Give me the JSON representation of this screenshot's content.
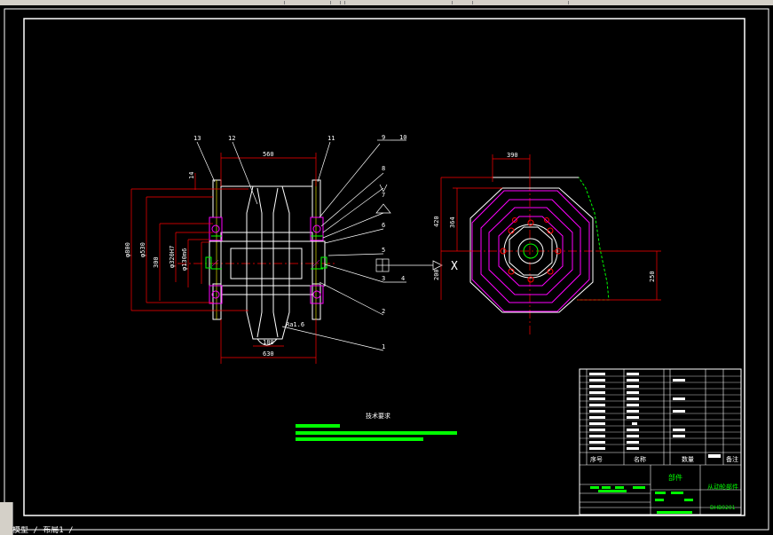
{
  "window": {
    "command_line": "模型 / 布局1 /"
  },
  "colors": {
    "background": "#000000",
    "frame": "#ffffff",
    "dimension": "#ff0000",
    "geometry": "#ffffff",
    "magenta": "#ff00ff",
    "green": "#00ff00",
    "yellow": "#ffff00"
  },
  "front_view": {
    "balloons": [
      "13",
      "12",
      "11",
      "9",
      "10",
      "8",
      "7",
      "6",
      "5",
      "3",
      "4",
      "2",
      "1"
    ],
    "dims": {
      "top_width": "560",
      "overall_width": "630",
      "hub_width": "180",
      "dia_outer": "φ800",
      "dia_2": "φ530",
      "dia_3": "300",
      "dia_4": "φ320H7",
      "dia_5": "φ130m6",
      "small_top": "14",
      "chamfer": "Ra1.6"
    }
  },
  "side_view": {
    "dims": {
      "top": "390",
      "h1": "420",
      "h2": "364",
      "h3": "200",
      "right": "250"
    },
    "view_label": "X"
  },
  "notes": {
    "title": "技术要求"
  },
  "title_block": {
    "headers": [
      "序号",
      "名称",
      "数量",
      "备注"
    ],
    "part_label": "部件",
    "drawing_name": "从动轮部件",
    "drawing_code": "DHB0201"
  }
}
